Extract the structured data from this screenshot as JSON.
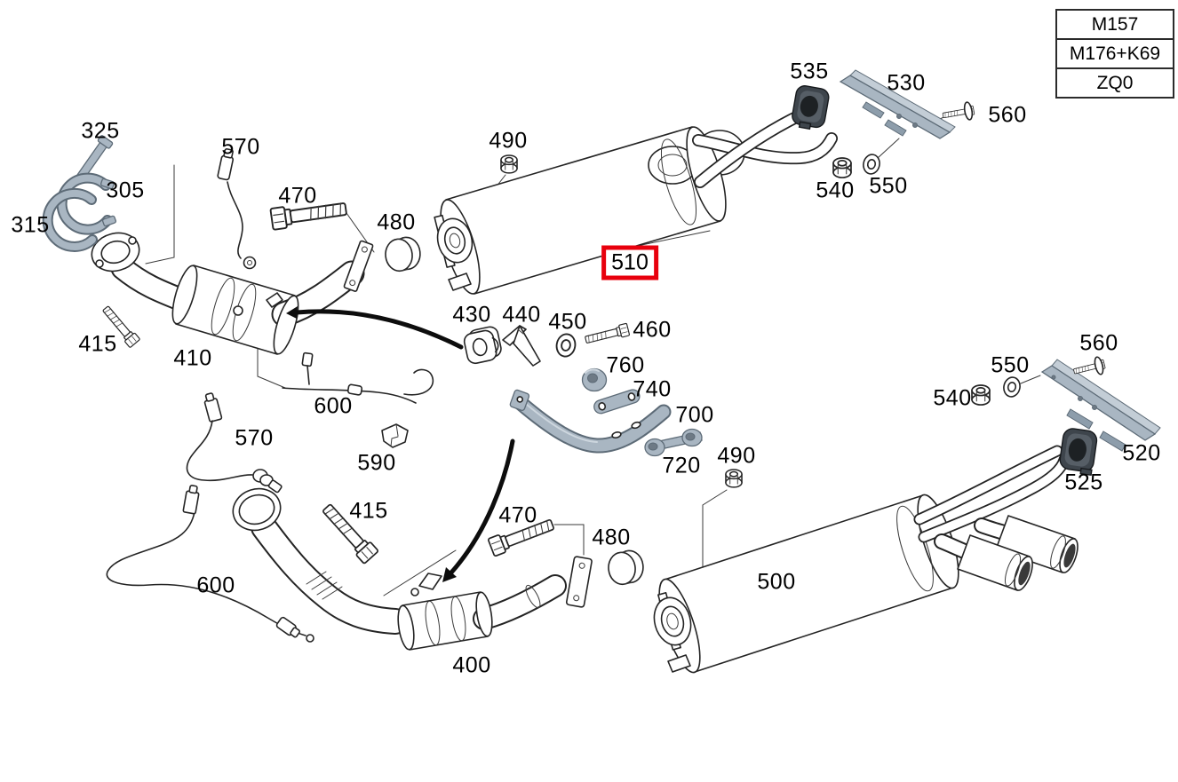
{
  "engine_code_table": {
    "rows": [
      {
        "code": "M157"
      },
      {
        "code": "M176+K69"
      },
      {
        "code": "ZQ0"
      }
    ]
  },
  "highlighted_part": {
    "number": "510"
  },
  "part_labels": [
    {
      "text": "325"
    },
    {
      "text": "305"
    },
    {
      "text": "315"
    },
    {
      "text": "570"
    },
    {
      "text": "470"
    },
    {
      "text": "480"
    },
    {
      "text": "490"
    },
    {
      "text": "535"
    },
    {
      "text": "530"
    },
    {
      "text": "560"
    },
    {
      "text": "540"
    },
    {
      "text": "550"
    },
    {
      "text": "430"
    },
    {
      "text": "440"
    },
    {
      "text": "450"
    },
    {
      "text": "460"
    },
    {
      "text": "760"
    },
    {
      "text": "740"
    },
    {
      "text": "700"
    },
    {
      "text": "720"
    },
    {
      "text": "415"
    },
    {
      "text": "410"
    },
    {
      "text": "600"
    },
    {
      "text": "570"
    },
    {
      "text": "590"
    },
    {
      "text": "415"
    },
    {
      "text": "470"
    },
    {
      "text": "480"
    },
    {
      "text": "490"
    },
    {
      "text": "560"
    },
    {
      "text": "550"
    },
    {
      "text": "540"
    },
    {
      "text": "520"
    },
    {
      "text": "525"
    },
    {
      "text": "600"
    },
    {
      "text": "400"
    },
    {
      "text": "500"
    }
  ],
  "colors": {
    "highlight_red": "#E8000D",
    "metal_gray": "#A9B6C2",
    "rubber_mount_dark": "#3E454C"
  }
}
